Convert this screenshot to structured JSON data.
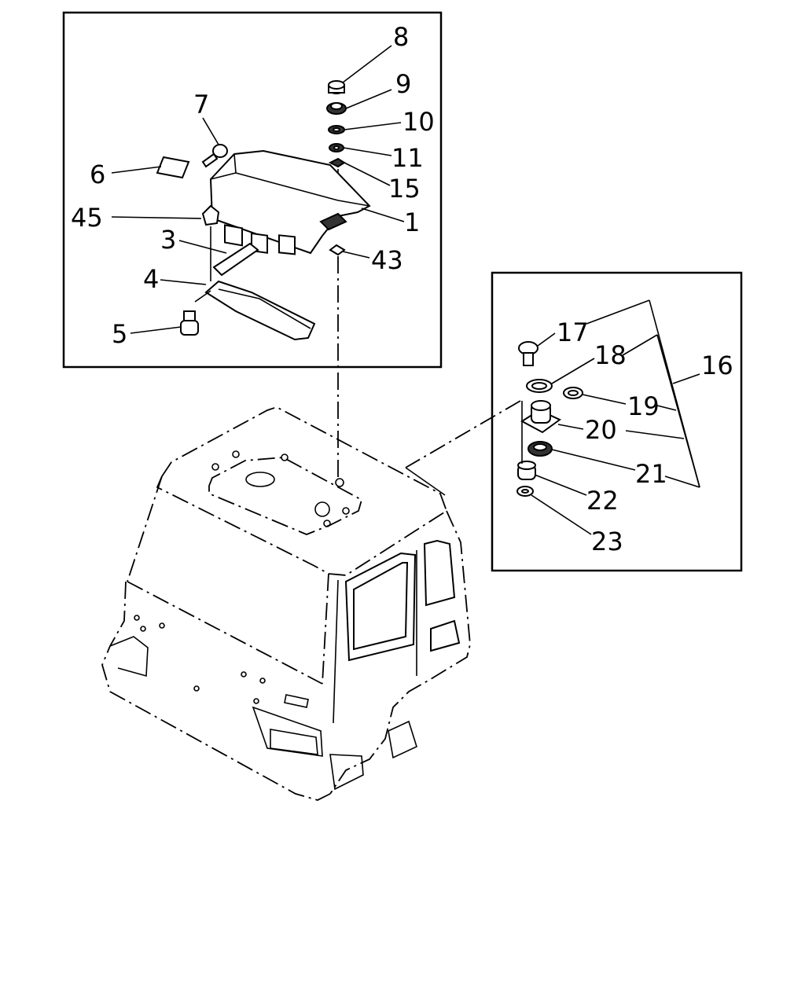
{
  "diagram": {
    "callouts": {
      "c1": "1",
      "c3": "3",
      "c4": "4",
      "c5": "5",
      "c6": "6",
      "c7": "7",
      "c8": "8",
      "c9": "9",
      "c10": "10",
      "c11": "11",
      "c15": "15",
      "c43": "43",
      "c45": "45",
      "c16": "16",
      "c17": "17",
      "c18": "18",
      "c19": "19",
      "c20": "20",
      "c21": "21",
      "c22": "22",
      "c23": "23"
    }
  }
}
